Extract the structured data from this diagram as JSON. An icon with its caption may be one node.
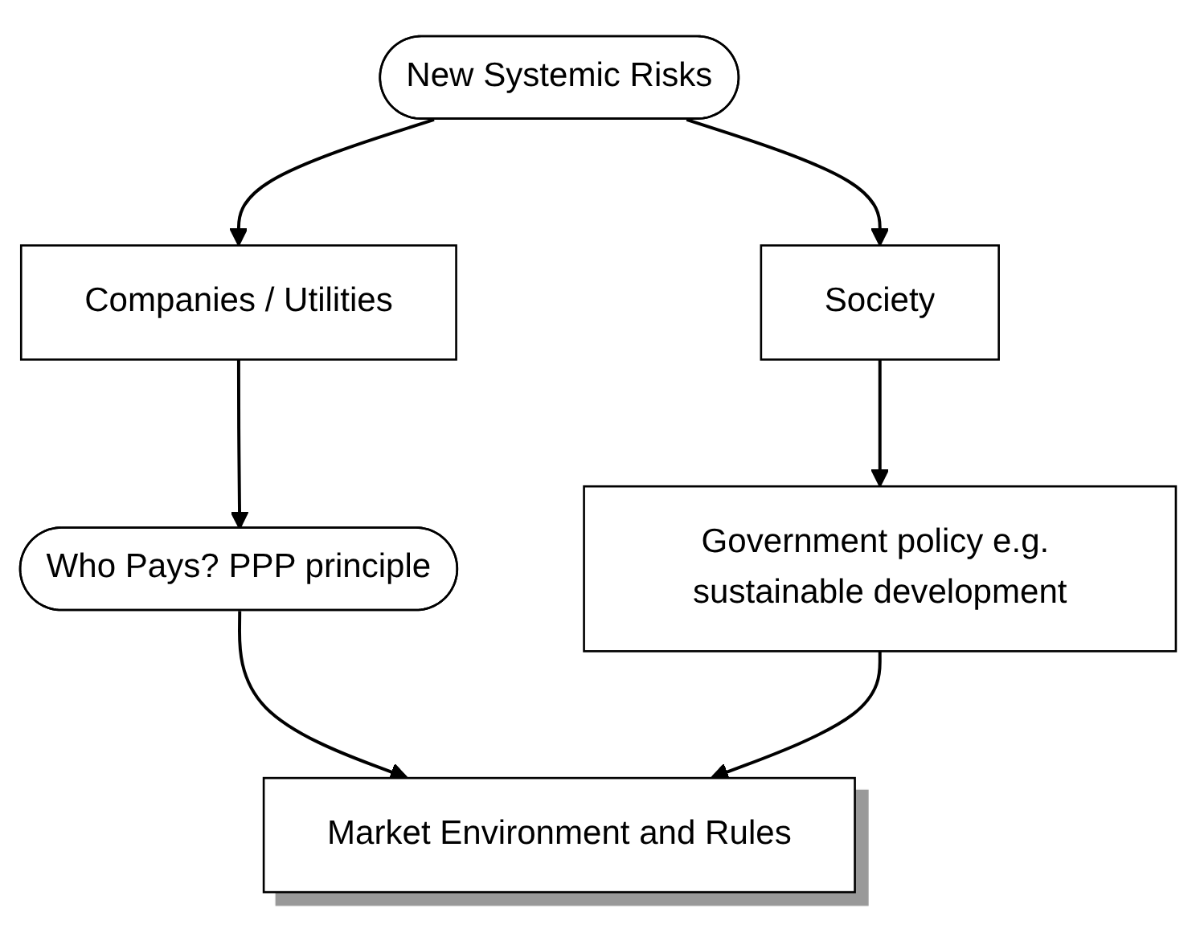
{
  "diagram": {
    "nodes": [
      {
        "text": [
          "New Systemic Risks"
        ]
      },
      {
        "text": [
          "Companies / Utilities"
        ]
      },
      {
        "text": [
          "Society"
        ]
      },
      {
        "text": [
          "Who Pays? PPP principle"
        ]
      },
      {
        "text": [
          "Government policy e.g. sustainable development"
        ]
      },
      {
        "text": [
          "Market Environment and Rules"
        ]
      }
    ],
    "edges": [
      {
        "from": 0,
        "to": 1,
        "arrow": "to"
      },
      {
        "from": 0,
        "to": 2,
        "arrow": "to"
      },
      {
        "from": 1,
        "to": 3,
        "arrow": "to"
      },
      {
        "from": 2,
        "to": 4,
        "arrow": "to"
      },
      {
        "from": 3,
        "to": 5,
        "arrow": "to"
      },
      {
        "from": 4,
        "to": 5,
        "arrow": "to"
      }
    ]
  }
}
